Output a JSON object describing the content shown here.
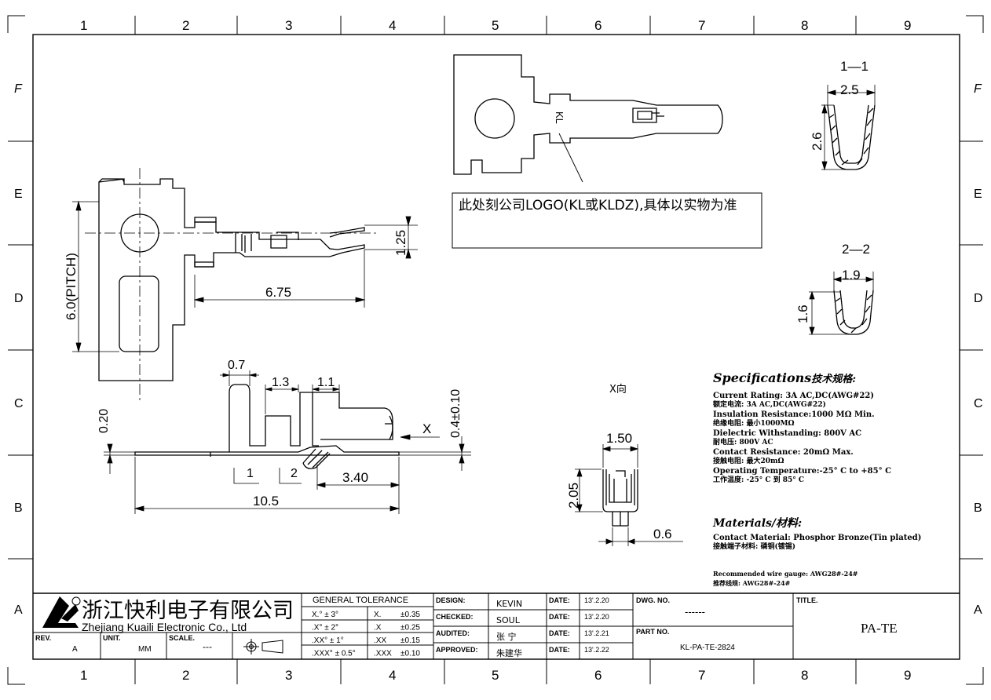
{
  "frame": {
    "columns": [
      "1",
      "2",
      "3",
      "4",
      "5",
      "6",
      "7",
      "8",
      "9"
    ],
    "rows": [
      "F",
      "E",
      "D",
      "C",
      "B",
      "A"
    ]
  },
  "views": {
    "top": {
      "pitch": "6.0(PITCH)",
      "len": "6.75",
      "w": "1.25"
    },
    "side": {
      "d07": "0.7",
      "d13": "1.3",
      "d11": "1.1",
      "d020": "0.20",
      "d04": "0.4±0.10",
      "x": "X",
      "s1": "1",
      "s2": "2",
      "d340": "3.40",
      "d105": "10.5"
    },
    "logo_note": {
      "marker": "KL",
      "text": "此处刻公司LOGO(KL或KLDZ),具体以实物为准"
    },
    "sec11": {
      "title": "1—1",
      "w": "2.5",
      "h": "2.6"
    },
    "sec22": {
      "title": "2—2",
      "w": "1.9",
      "h": "1.6"
    },
    "xview": {
      "title": "X向",
      "w": "1.50",
      "h": "2.05",
      "t": "0.6"
    }
  },
  "specs": {
    "title": "Specifications",
    "title_cn": "技术规格:",
    "lines": [
      "Current Rating: 3A AC,DC(AWG#22)",
      "额定电流: 3A AC,DC(AWG#22)",
      "Insulation Resistance:1000 MΩ  Min.",
      "绝缘电阻: 最小1000MΩ",
      "Dielectric Withstanding:  800V AC",
      "耐电压: 800V AC",
      "Contact Resistance:  20mΩ  Max.",
      "接触电阻: 最大20mΩ",
      "Operating Temperature:-25° C to +85° C",
      "工作温度: -25° C 到 85° C"
    ],
    "materials_title": "Materials/材料:",
    "materials": [
      "Contact Material: Phosphor Bronze(Tin plated)",
      "接触端子材料: 磷铜(镀锡)"
    ],
    "wire": [
      "Recommended wire gauge: AWG28#-24#",
      "推荐线规: AWG28#-24#"
    ]
  },
  "titleblock": {
    "company_cn": "浙江快利电子有限公司",
    "company_en": "Zhejiang  Kuaili  Electronic  Co.,  Ltd",
    "rev_label": "REV.",
    "rev": "A",
    "unit_label": "UNIT.",
    "unit": "MM",
    "scale_label": "SCALE.",
    "scale": "---",
    "tol_title": "GENERAL  TOLERANCE",
    "tol": [
      [
        "X.° ± 3°",
        "X.",
        "±0.35"
      ],
      [
        ".X° ± 2°",
        ".X",
        "±0.25"
      ],
      [
        ".XX° ± 1°",
        ".XX",
        "±0.15"
      ],
      [
        ".XXX° ± 0.5°",
        ".XXX",
        "±0.10"
      ]
    ],
    "people": [
      [
        "DESIGN:",
        "KEVIN",
        "DATE:",
        "13'.2.20"
      ],
      [
        "CHECKED:",
        "SOUL",
        "DATE:",
        "13'.2.20"
      ],
      [
        "AUDITED:",
        "张  宁",
        "DATE:",
        "13'.2.21"
      ],
      [
        "APPROVED:",
        "朱建华",
        "DATE:",
        "13'.2.22"
      ]
    ],
    "dwg_label": "DWG. NO.",
    "dwg": "------",
    "part_label": "PART NO.",
    "part": "KL-PA-TE-2824",
    "title_label": "TITLE.",
    "title": "PA-TE"
  }
}
